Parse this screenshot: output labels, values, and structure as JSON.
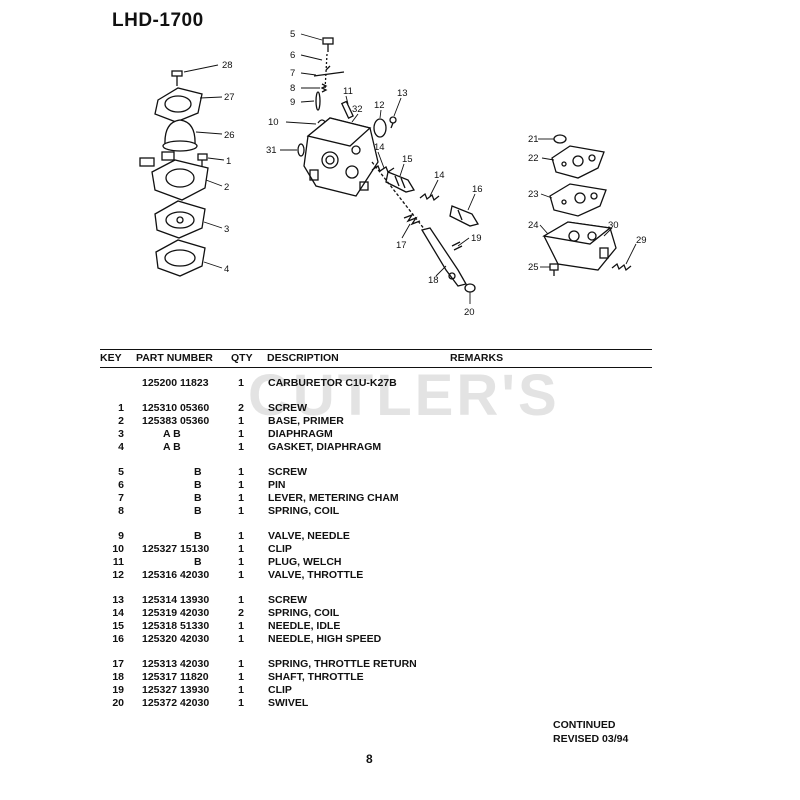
{
  "page": {
    "title": "LHD-1700",
    "watermark": "CUTLER'S",
    "page_number": "8",
    "footer": {
      "continued": "CONTINUED",
      "revised": "REVISED 03/94"
    }
  },
  "table": {
    "headers": {
      "key": "KEY",
      "part": "PART NUMBER",
      "qty": "QTY",
      "desc": "DESCRIPTION",
      "remarks": "REMARKS"
    },
    "rows": [
      {
        "key": "",
        "part": "125200 11823",
        "qty": "1",
        "desc": "CARBURETOR  C1U-K27B"
      },
      {
        "key": "1",
        "part": "125310 05360",
        "qty": "2",
        "desc": "SCREW"
      },
      {
        "key": "2",
        "part": "125383 05360",
        "qty": "1",
        "desc": "BASE, PRIMER"
      },
      {
        "key": "3",
        "part": "A          B",
        "qty": "1",
        "desc": "DIAPHRAGM"
      },
      {
        "key": "4",
        "part": "A          B",
        "qty": "1",
        "desc": "GASKET, DIAPHRAGM"
      },
      {
        "key": "5",
        "part": "B",
        "qty": "1",
        "desc": "SCREW"
      },
      {
        "key": "6",
        "part": "B",
        "qty": "1",
        "desc": "PIN"
      },
      {
        "key": "7",
        "part": "B",
        "qty": "1",
        "desc": "LEVER, METERING CHAM"
      },
      {
        "key": "8",
        "part": "B",
        "qty": "1",
        "desc": "SPRING, COIL"
      },
      {
        "key": "9",
        "part": "B",
        "qty": "1",
        "desc": "VALVE, NEEDLE"
      },
      {
        "key": "10",
        "part": "125327 15130",
        "qty": "1",
        "desc": "CLIP"
      },
      {
        "key": "11",
        "part": "B",
        "qty": "1",
        "desc": "PLUG, WELCH"
      },
      {
        "key": "12",
        "part": "125316 42030",
        "qty": "1",
        "desc": "VALVE, THROTTLE"
      },
      {
        "key": "13",
        "part": "125314 13930",
        "qty": "1",
        "desc": "SCREW"
      },
      {
        "key": "14",
        "part": "125319 42030",
        "qty": "2",
        "desc": "SPRING, COIL"
      },
      {
        "key": "15",
        "part": "125318 51330",
        "qty": "1",
        "desc": "NEEDLE,  IDLE"
      },
      {
        "key": "16",
        "part": "125320 42030",
        "qty": "1",
        "desc": "NEEDLE, HIGH SPEED"
      },
      {
        "key": "17",
        "part": "125313 42030",
        "qty": "1",
        "desc": "SPRING, THROTTLE RETURN"
      },
      {
        "key": "18",
        "part": "125317 11820",
        "qty": "1",
        "desc": "SHAFT, THROTTLE"
      },
      {
        "key": "19",
        "part": "125327 13930",
        "qty": "1",
        "desc": "CLIP"
      },
      {
        "key": "20",
        "part": "125372 42030",
        "qty": "1",
        "desc": "SWIVEL"
      }
    ]
  },
  "diagram": {
    "callouts": [
      "28",
      "27",
      "26",
      "1",
      "2",
      "3",
      "4",
      "5",
      "6",
      "7",
      "8",
      "9",
      "10",
      "11",
      "32",
      "12",
      "13",
      "31",
      "14",
      "15",
      "14",
      "16",
      "17",
      "19",
      "18",
      "20",
      "21",
      "22",
      "23",
      "24",
      "30",
      "29",
      "25"
    ]
  }
}
